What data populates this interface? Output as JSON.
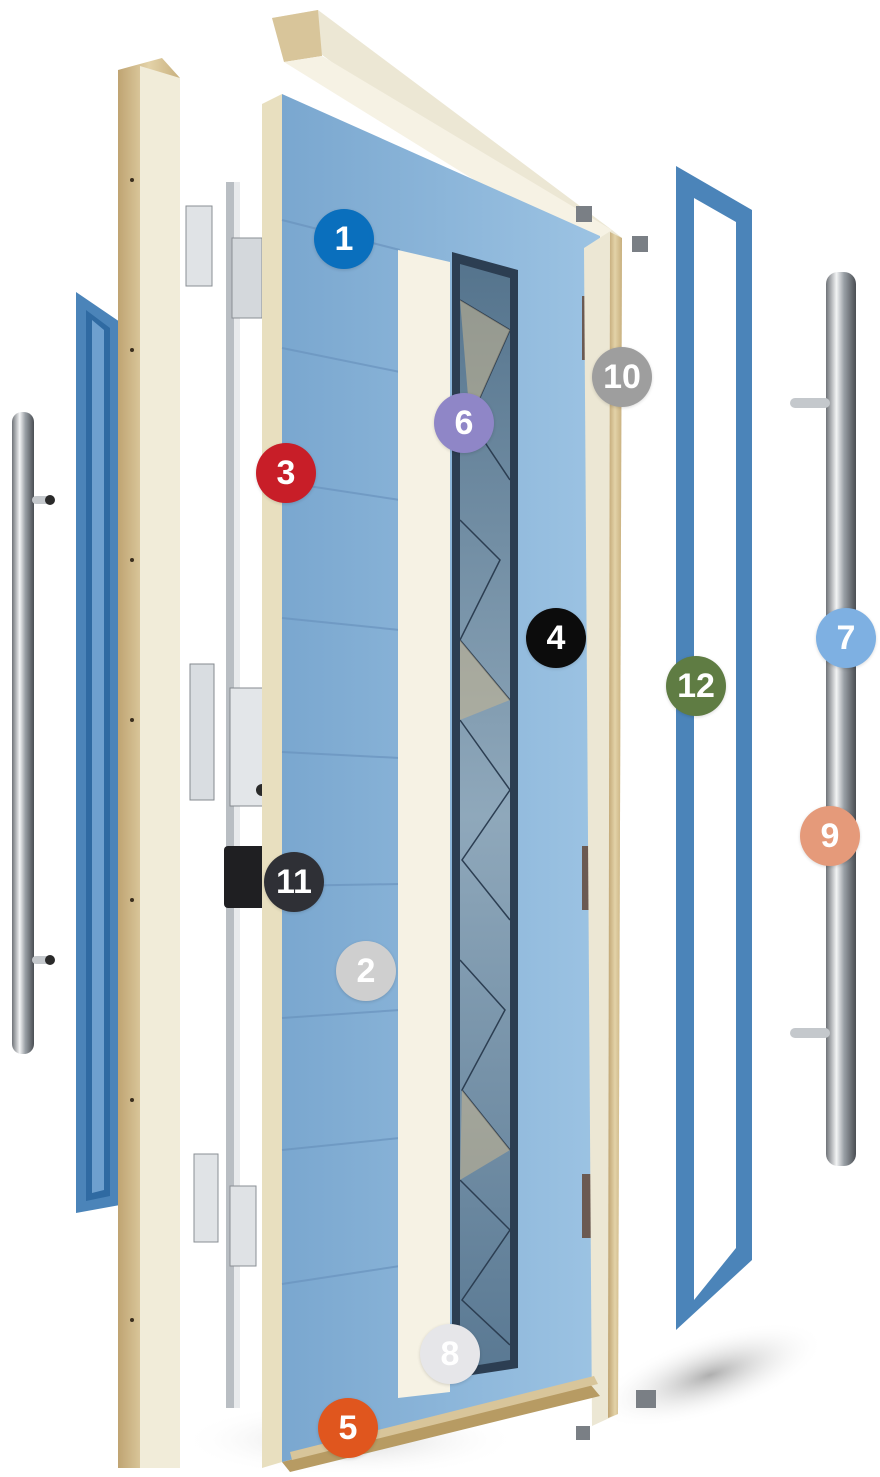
{
  "callouts": [
    {
      "label": "1",
      "color": "#0a6fbd"
    },
    {
      "label": "2",
      "color": "#cfcfcf"
    },
    {
      "label": "3",
      "color": "#c81e28"
    },
    {
      "label": "4",
      "color": "#0c0c0c"
    },
    {
      "label": "5",
      "color": "#e0561e"
    },
    {
      "label": "6",
      "color": "#8f86c7"
    },
    {
      "label": "7",
      "color": "#7eb0e2"
    },
    {
      "label": "8",
      "color": "#e6e6e9"
    },
    {
      "label": "9",
      "color": "#e59a7a"
    },
    {
      "label": "10",
      "color": "#9e9e9e"
    },
    {
      "label": "11",
      "color": "#2f3036"
    },
    {
      "label": "12",
      "color": "#5f7c43"
    }
  ],
  "colors": {
    "door_blue": "#8db6d8",
    "frame_blue": "#4b84b9",
    "frame_cream": "#ece7d4",
    "timber": "#d8c59a",
    "chrome": "#c4c8cc",
    "glass": "#6d8fa8"
  },
  "parts": [
    "left-pull-handle",
    "left-blue-surround",
    "outer-frame-left",
    "outer-frame-top",
    "multipoint-lock",
    "door-slab",
    "glazing-panel",
    "outer-frame-right",
    "right-blue-surround",
    "right-pull-handle",
    "threshold"
  ]
}
